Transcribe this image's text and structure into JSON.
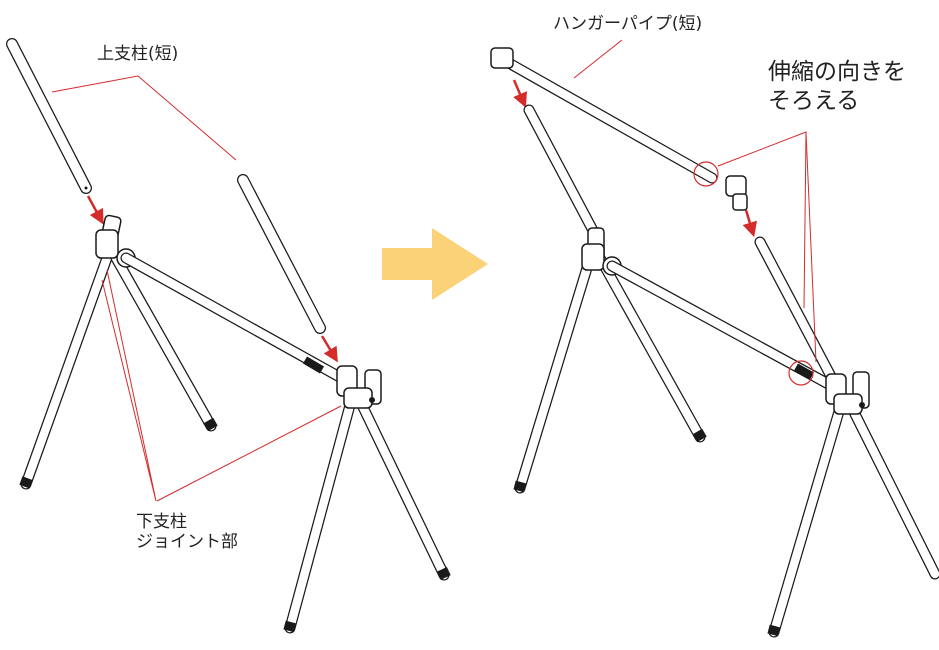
{
  "labels": {
    "upper_pole_short": "上支柱(短)",
    "lower_pole_joint": [
      "下支柱",
      "ジョイント部"
    ],
    "hanger_pipe_short": "ハンガーパイプ(短)",
    "align_extension_direction": [
      "伸縮の向きを",
      "そろえる"
    ]
  },
  "colors": {
    "stroke": "#1a1a1a",
    "tube_fill": "#ffffff",
    "leader_line": "#d52b2b",
    "arrow": "#d52b2b",
    "big_arrow": "#fbd278",
    "highlight_circle": "#d52b2b"
  }
}
